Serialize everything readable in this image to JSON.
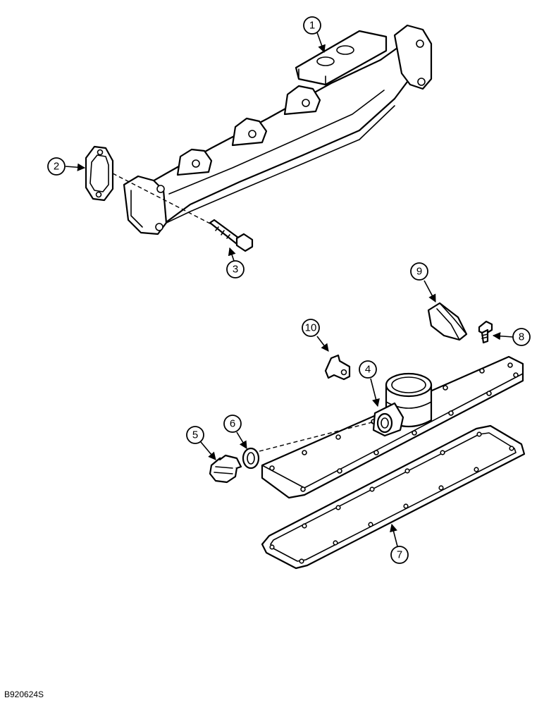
{
  "callouts": {
    "c1": "1",
    "c2": "2",
    "c3": "3",
    "c4": "4",
    "c5": "5",
    "c6": "6",
    "c7": "7",
    "c8": "8",
    "c9": "9",
    "c10": "10"
  },
  "figure_code": "B920624S"
}
